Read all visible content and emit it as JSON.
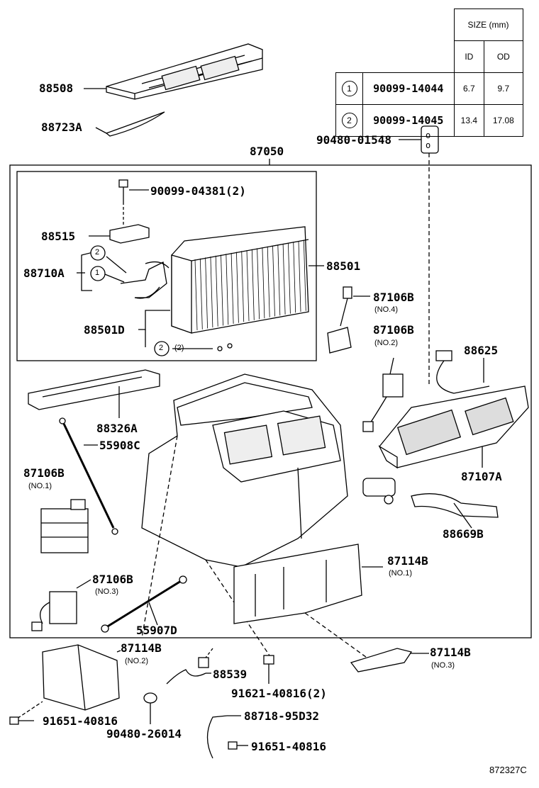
{
  "table": {
    "size_header": "SIZE (mm)",
    "id_header": "ID",
    "od_header": "OD",
    "rows": [
      {
        "mark": "1",
        "part": "90099-14044",
        "id": "6.7",
        "od": "9.7"
      },
      {
        "mark": "2",
        "part": "90099-14045",
        "id": "13.4",
        "od": "17.08"
      }
    ]
  },
  "labels": {
    "p88508": "88508",
    "p88723A": "88723A",
    "p90480_01548": "90480-01548",
    "p87050": "87050",
    "p90099_04381": "90099-04381(2)",
    "p88515": "88515",
    "p88710A": "88710A",
    "p88501": "88501",
    "p88501D": "88501D",
    "qty2": "(2)",
    "p87106B_a": "87106B",
    "no4": "(NO.4)",
    "p87106B_b": "87106B",
    "no2": "(NO.2)",
    "p88625": "88625",
    "p88326A": "88326A",
    "p55908C": "55908C",
    "p87106B_c": "87106B",
    "no1": "(NO.1)",
    "p87107A": "87107A",
    "p88669B": "88669B",
    "p87114B_a": "87114B",
    "no1b": "(NO.1)",
    "p87106B_d": "87106B",
    "no3": "(NO.3)",
    "p55907D": "55907D",
    "p87114B_b": "87114B",
    "no2b": "(NO.2)",
    "p87114B_c": "87114B",
    "no3b": "(NO.3)",
    "p88539": "88539",
    "p91621": "91621-40816(2)",
    "p91651_a": "91651-40816",
    "p90480_26014": "90480-26014",
    "p88718": "88718-95D32",
    "p91651_b": "91651-40816",
    "callout1": "1",
    "callout2a": "2",
    "callout2b": "2",
    "fig": "872327C"
  }
}
